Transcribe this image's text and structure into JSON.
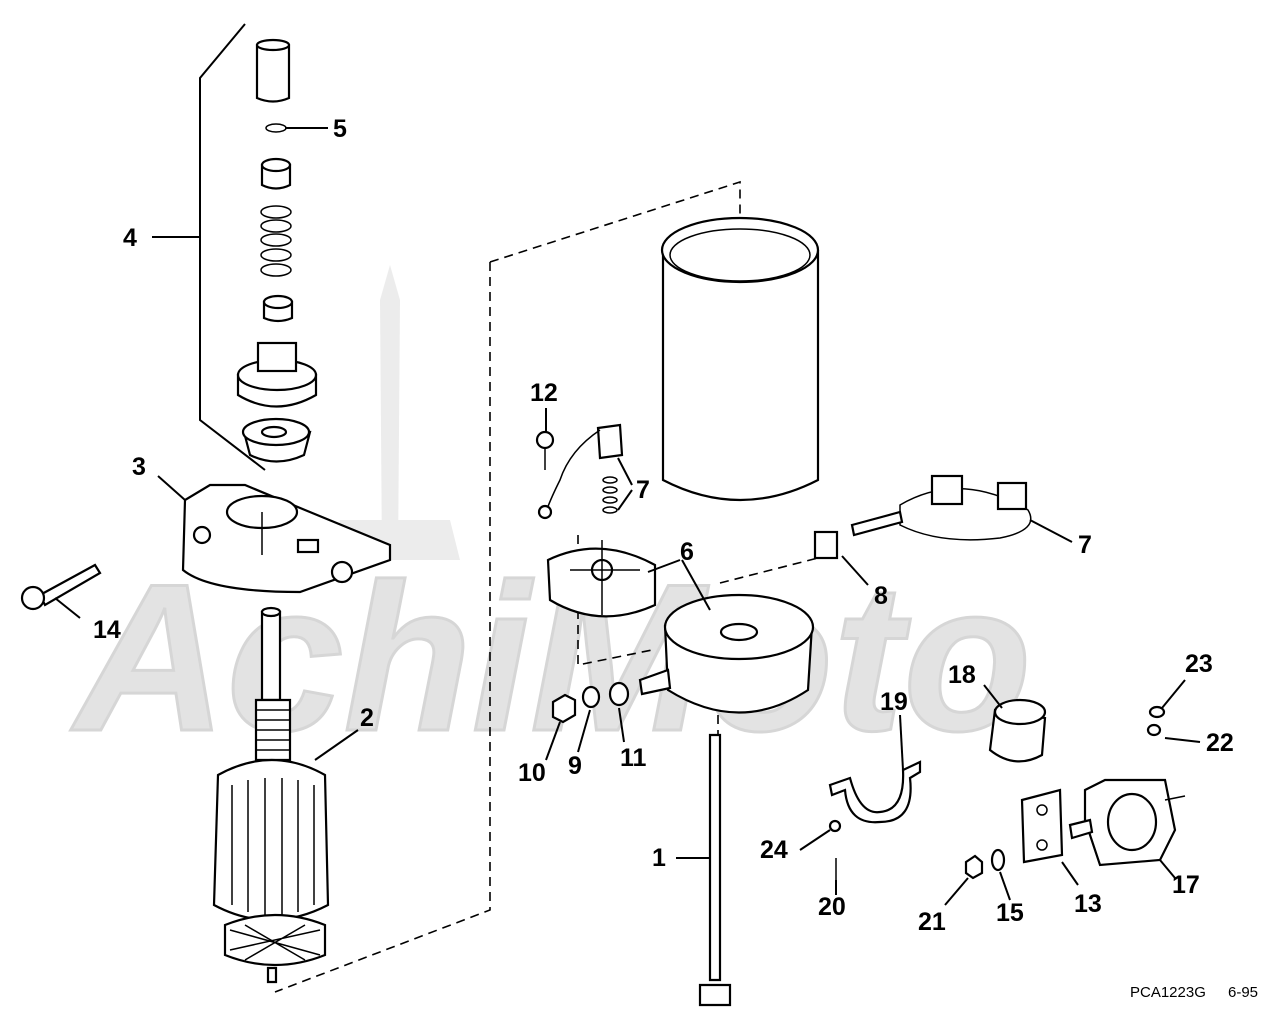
{
  "watermark": {
    "text": "AchiMoto",
    "color": "#d9d9d9"
  },
  "callouts": {
    "c1": "1",
    "c2": "2",
    "c3": "3",
    "c4": "4",
    "c5": "5",
    "c6": "6",
    "c7a": "7",
    "c7b": "7",
    "c8": "8",
    "c9": "9",
    "c10": "10",
    "c11": "11",
    "c12": "12",
    "c13": "13",
    "c14": "14",
    "c15": "15",
    "c17": "17",
    "c18": "18",
    "c19": "19",
    "c20": "20",
    "c21": "21",
    "c22": "22",
    "c23": "23",
    "c24": "24"
  },
  "footer": {
    "code": "PCA1223G",
    "date": "6-95"
  }
}
